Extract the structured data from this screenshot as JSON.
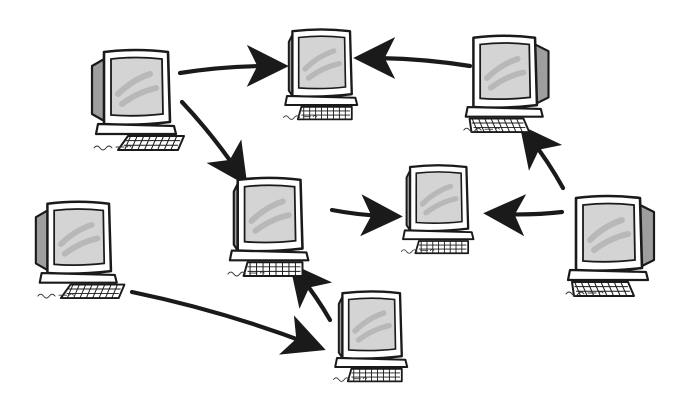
{
  "diagram": {
    "type": "network-of-computers",
    "style": "hand-drawn sketch",
    "colors": {
      "ink": "#1a1a1a",
      "screen": "#d4d4d4",
      "shade": "#9e9e9e",
      "paper": "#ffffff"
    },
    "nodes": [
      {
        "id": "pc-a",
        "icon": "computer-icon",
        "facing": "right"
      },
      {
        "id": "pc-b",
        "icon": "computer-icon",
        "facing": "front"
      },
      {
        "id": "pc-c",
        "icon": "computer-icon",
        "facing": "left"
      },
      {
        "id": "pc-d",
        "icon": "computer-icon",
        "facing": "right"
      },
      {
        "id": "pc-e",
        "icon": "computer-icon",
        "facing": "front"
      },
      {
        "id": "pc-f",
        "icon": "computer-icon",
        "facing": "front"
      },
      {
        "id": "pc-g",
        "icon": "computer-icon",
        "facing": "left"
      },
      {
        "id": "pc-h",
        "icon": "computer-icon",
        "facing": "front"
      }
    ],
    "edges": [
      {
        "from": "pc-a",
        "to": "pc-b"
      },
      {
        "from": "pc-c",
        "to": "pc-b"
      },
      {
        "from": "pc-a",
        "to": "pc-e"
      },
      {
        "from": "pc-e",
        "to": "pc-f"
      },
      {
        "from": "pc-g",
        "to": "pc-f"
      },
      {
        "from": "pc-g",
        "to": "pc-c"
      },
      {
        "from": "pc-d",
        "to": "pc-h"
      },
      {
        "from": "pc-h",
        "to": "pc-e"
      }
    ]
  }
}
